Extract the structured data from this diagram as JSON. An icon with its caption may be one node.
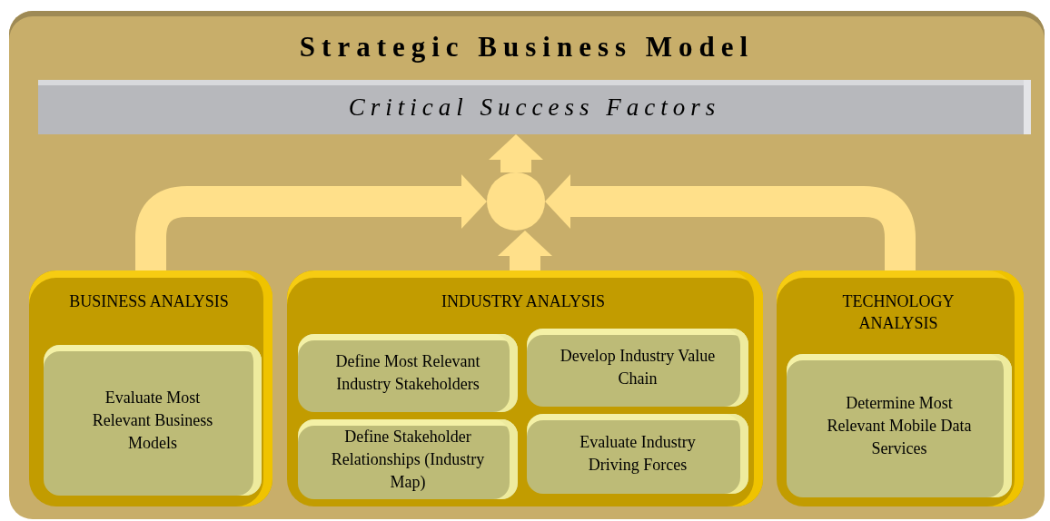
{
  "diagram": {
    "nodes": [
      {
        "text": [
          "Strategic Business Model"
        ]
      },
      {
        "text": [
          "Critical Success Factors"
        ],
        "in": 0
      },
      {
        "text": [],
        "shape": "circle",
        "in": 0
      },
      {
        "text": [
          "BUSINESS ANALYSIS"
        ],
        "in": 0
      },
      {
        "text": [
          "Evaluate Most Relevant Business Models"
        ],
        "in": 3
      },
      {
        "text": [
          "INDUSTRY ANALYSIS"
        ],
        "in": 0
      },
      {
        "text": [
          "Define Most Relevant Industry Stakeholders"
        ],
        "in": 5
      },
      {
        "text": [
          "Develop Industry Value Chain"
        ],
        "in": 5
      },
      {
        "text": [
          "Define Stakeholder Relationships (Industry Map)"
        ],
        "in": 5
      },
      {
        "text": [
          "Evaluate Industry Driving Forces"
        ],
        "in": 5
      },
      {
        "text": [
          "TECHNOLOGY ANALYSIS"
        ],
        "in": 0
      },
      {
        "text": [
          "Determine Most Relevant Mobile Data Services"
        ],
        "in": 10
      }
    ],
    "edges": [
      {
        "from": 3,
        "to": 2,
        "arrow": "to"
      },
      {
        "from": 5,
        "to": 2,
        "arrow": "to"
      },
      {
        "from": 10,
        "to": 2,
        "arrow": "to"
      },
      {
        "from": 2,
        "to": 1,
        "arrow": "to"
      }
    ]
  }
}
